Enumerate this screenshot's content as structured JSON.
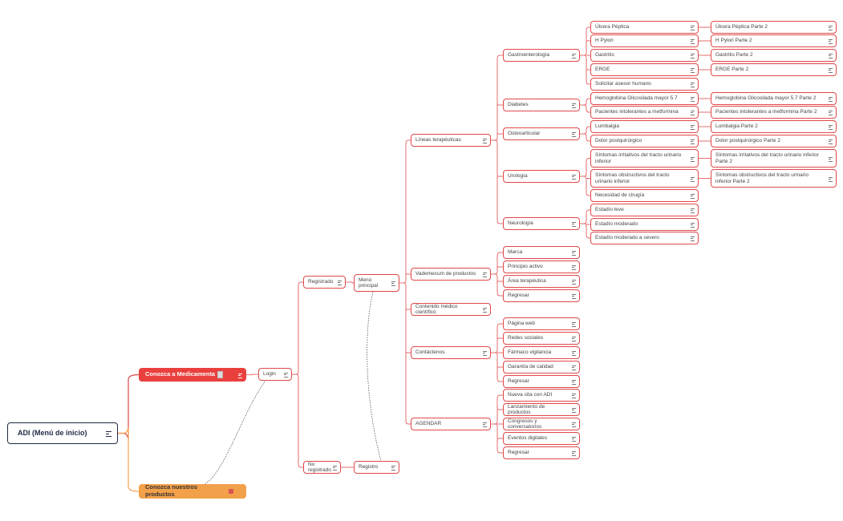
{
  "colors": {
    "root_border": "#1f2a44",
    "node_border": "#e0484a",
    "red_fill": "#e9403e",
    "orange_fill": "#f3a04b",
    "line_red": "#e0484a",
    "line_orange": "#f3a04b",
    "dotted": "#555555"
  },
  "nodes": [
    {
      "id": "root",
      "label": "ADI (Menú de inicio)",
      "type": "root"
    },
    {
      "id": "conozca_med",
      "label": "Conozca a Medicamenta",
      "type": "red",
      "icon": "building-icon"
    },
    {
      "id": "conozca_prod",
      "label": "Conozca nuestros productos",
      "type": "orange",
      "icon": "package-icon"
    },
    {
      "id": "login",
      "label": "Login"
    },
    {
      "id": "registrado",
      "label": "Registrado"
    },
    {
      "id": "no_registrado",
      "label": "No registrado"
    },
    {
      "id": "menu_principal",
      "label": "Menú principal"
    },
    {
      "id": "registro",
      "label": "Registro"
    },
    {
      "id": "lineas",
      "label": "Líneas terapéuticas"
    },
    {
      "id": "vademecum",
      "label": "Vademecum de productos"
    },
    {
      "id": "contenido",
      "label": "Contenido médico científico"
    },
    {
      "id": "contactenos",
      "label": "Contáctenos"
    },
    {
      "id": "agendar",
      "label": "AGENDAR"
    },
    {
      "id": "gastro",
      "label": "Gastroenterología"
    },
    {
      "id": "diabetes",
      "label": "Diabetes"
    },
    {
      "id": "osteo",
      "label": "Osteoarticular"
    },
    {
      "id": "urologia",
      "label": "Urología"
    },
    {
      "id": "neurologia",
      "label": "Neurología"
    },
    {
      "id": "ulcera",
      "label": "Úlcera Péptica"
    },
    {
      "id": "hpylori",
      "label": "H Pylori"
    },
    {
      "id": "gastritis",
      "label": "Gastritis"
    },
    {
      "id": "erge",
      "label": "ERGE"
    },
    {
      "id": "asesor",
      "label": "Solicitar asesor humano"
    },
    {
      "id": "hemo",
      "label": "Hemoglobina Glicosilada mayor 5.7"
    },
    {
      "id": "intol",
      "label": "Pacientes intolerantes a metformina"
    },
    {
      "id": "lumbalgia",
      "label": "Lumbalgia"
    },
    {
      "id": "dolor",
      "label": "Dolor postquirúrgico"
    },
    {
      "id": "irritativos",
      "label": "Síntomas irritativos del tracto urinario inferior"
    },
    {
      "id": "obstructivos",
      "label": "Síntomas obstructivos del tracto urinario inferior"
    },
    {
      "id": "cirugia",
      "label": "Necesidad de cirugía"
    },
    {
      "id": "leve",
      "label": "Estadío leve"
    },
    {
      "id": "moderado",
      "label": "Estadío moderado"
    },
    {
      "id": "severo",
      "label": "Estadío moderado a severo"
    },
    {
      "id": "ulcera2",
      "label": "Úlcera Péptica Parte 2"
    },
    {
      "id": "hpylori2",
      "label": "H Pylori Parte 2"
    },
    {
      "id": "gastritis2",
      "label": "Gastritis Parte 2"
    },
    {
      "id": "erge2",
      "label": "ERGE Parte 2"
    },
    {
      "id": "hemo2",
      "label": "Hemoglobina Glicosilada mayor 5.7 Parte 2"
    },
    {
      "id": "intol2",
      "label": "Pacientes intolerantes a metformina Parte 2"
    },
    {
      "id": "lumbalgia2",
      "label": "Lumbalgia Parte 2"
    },
    {
      "id": "dolor2",
      "label": "Dolor postquirúrgico Parte 2"
    },
    {
      "id": "irritativos2",
      "label": "Síntomas irritativos del tracto urinario inferior Parte 2"
    },
    {
      "id": "obstructivos2",
      "label": "Síntomas obstructivos del tracto urinario inferior Parte 2"
    },
    {
      "id": "marca",
      "label": "Marca"
    },
    {
      "id": "principio",
      "label": "Principio activo"
    },
    {
      "id": "area",
      "label": "Área terapéutica"
    },
    {
      "id": "regresar_v",
      "label": "Regresar"
    },
    {
      "id": "pagina",
      "label": "Página web"
    },
    {
      "id": "redes",
      "label": "Redes sociales"
    },
    {
      "id": "farmaco",
      "label": "Fármaco vigilancia"
    },
    {
      "id": "garantia",
      "label": "Garantía de calidad"
    },
    {
      "id": "regresar_c",
      "label": "Regresar"
    },
    {
      "id": "nueva_cita",
      "label": "Nueva cita con ADI"
    },
    {
      "id": "lanzamiento",
      "label": "Lanzamiento de productos"
    },
    {
      "id": "congresos",
      "label": "Congresos y conversatorios"
    },
    {
      "id": "eventos",
      "label": "Eventos digitales"
    },
    {
      "id": "regresar_a",
      "label": "Regresar"
    }
  ]
}
